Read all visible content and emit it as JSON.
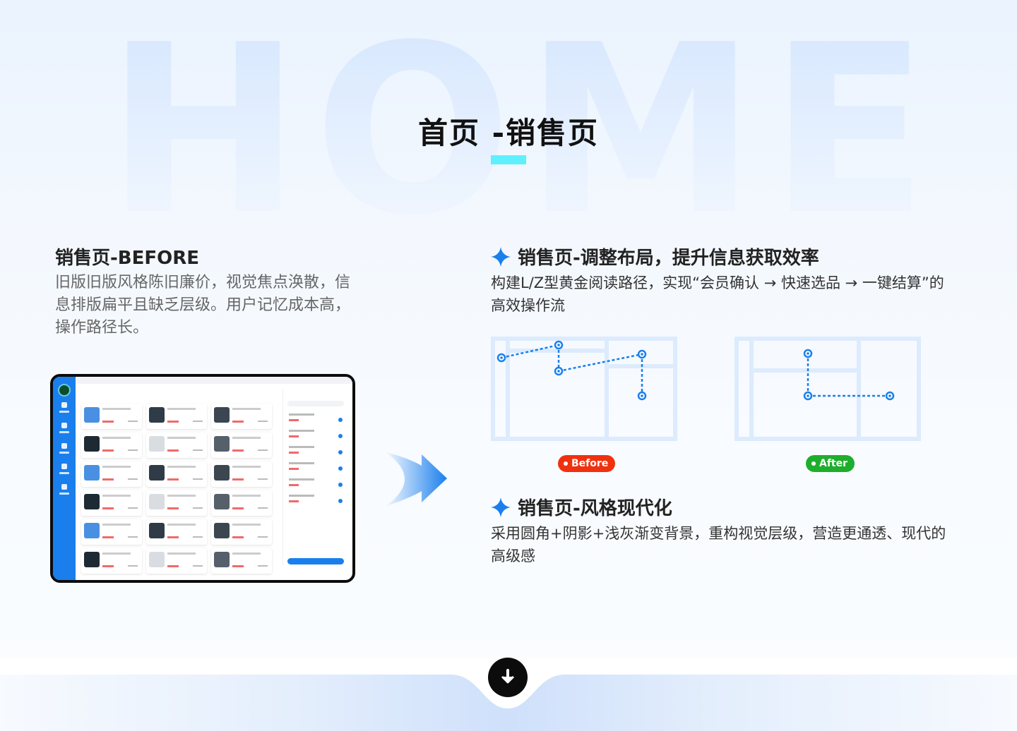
{
  "background_word": "HOME",
  "page_title": "首页 -销售页",
  "before": {
    "title": "销售页-BEFORE",
    "description": "旧版旧版风格陈旧廉价，视觉焦点涣散，信息排版扁平且缺乏层级。用户记忆成本高，操作路径长。"
  },
  "feature1": {
    "title": "销售页-调整布局，提升信息获取效率",
    "description": "构建L/Z型黄金阅读路径，实现“会员确认 → 快速选品 → 一键结算”的高效操作流"
  },
  "feature2": {
    "title": "销售页-风格现代化",
    "description": "采用圆角+阴影+浅灰渐变背景，重构视觉层级，营造更通透、现代的高级感"
  },
  "badges": {
    "before_label": "Before",
    "after_label": "After",
    "before_color": "#f0310f",
    "after_color": "#1fae2c"
  },
  "colors": {
    "accent_blue": "#1a7fed",
    "title_bar": "#5ef0ff",
    "wire_line": "#dcebfd",
    "path_blue": "#1a7fed"
  },
  "icons": {
    "feature_bullet": "sparkle-star-icon",
    "transition": "arrow-right-icon",
    "scroll": "arrow-down-icon"
  }
}
